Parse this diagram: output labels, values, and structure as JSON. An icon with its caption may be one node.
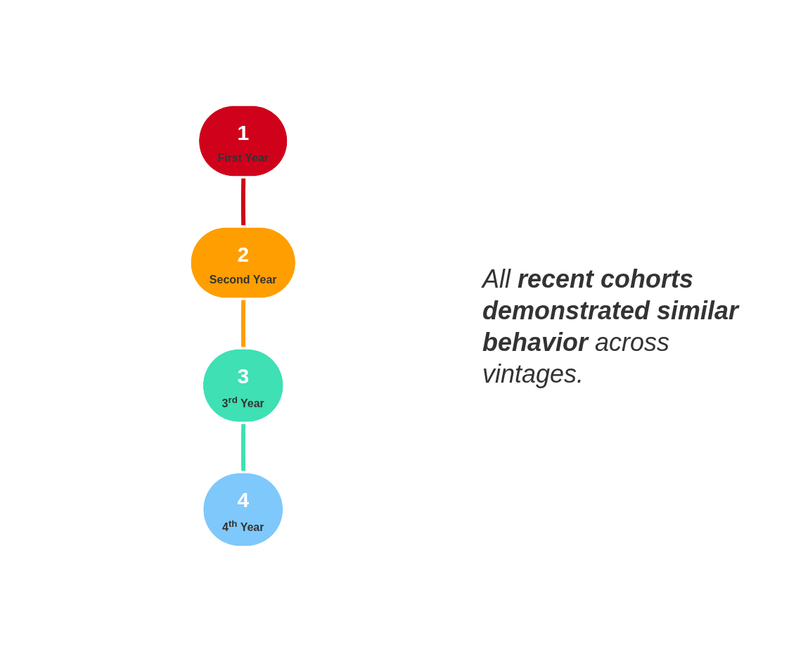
{
  "diagram": {
    "nodes": [
      {
        "text": [
          "1",
          "First Year"
        ]
      },
      {
        "text": [
          "2",
          "Second Year"
        ]
      },
      {
        "text": [
          "3",
          "3$^{rd}$ Year"
        ]
      },
      {
        "text": [
          "4",
          "4$^{th}$ Year"
        ]
      }
    ],
    "edges": [
      {
        "from": 0,
        "to": 1,
        "arrow": "none",
        "color": "#d0021b"
      },
      {
        "from": 1,
        "to": 2,
        "arrow": "none",
        "color": "#ff9e00"
      },
      {
        "from": 2,
        "to": 3,
        "arrow": "none",
        "color": "#3ee0b4"
      }
    ],
    "labels": [
      "All **recent cohorts demonstrated similar behavior** across vintages."
    ]
  }
}
